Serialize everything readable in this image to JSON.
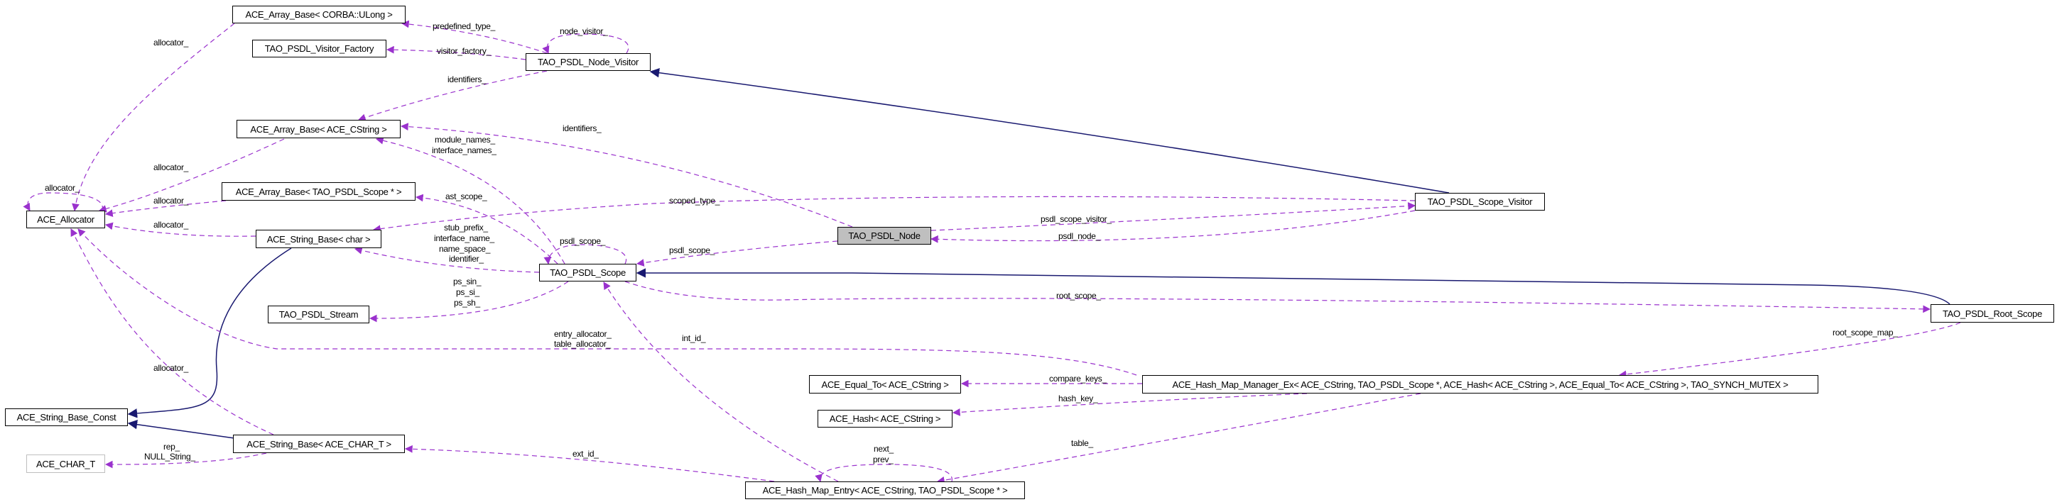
{
  "colors": {
    "usage_edge": "#9a32cd",
    "inherit_edge": "#191970",
    "focus_fill": "#bfbfbf"
  },
  "nodes": {
    "array_ulong": "ACE_Array_Base< CORBA::ULong >",
    "visitor_factory": "TAO_PSDL_Visitor_Factory",
    "node_visitor": "TAO_PSDL_Node_Visitor",
    "array_cstring": "ACE_Array_Base< ACE_CString >",
    "array_scope": "ACE_Array_Base< TAO_PSDL_Scope * >",
    "allocator": "ACE_Allocator",
    "string_base_char": "ACE_String_Base< char >",
    "scope": "TAO_PSDL_Scope",
    "stream": "TAO_PSDL_Stream",
    "string_base_const": "ACE_String_Base_Const",
    "string_base_achar": "ACE_String_Base< ACE_CHAR_T >",
    "ace_char_t": "ACE_CHAR_T",
    "psdl_node": "TAO_PSDL_Node",
    "scope_visitor": "TAO_PSDL_Scope_Visitor",
    "root_scope": "TAO_PSDL_Root_Scope",
    "equal_to": "ACE_Equal_To< ACE_CString >",
    "hash_map_manager": "ACE_Hash_Map_Manager_Ex< ACE_CString, TAO_PSDL_Scope *, ACE_Hash< ACE_CString >, ACE_Equal_To< ACE_CString >, TAO_SYNCH_MUTEX >",
    "hash": "ACE_Hash< ACE_CString >",
    "hash_map_entry": "ACE_Hash_Map_Entry< ACE_CString, TAO_PSDL_Scope * >"
  },
  "edge_labels": {
    "predefined_type": "predefined_type_",
    "visitor_factory": "visitor_factory_",
    "node_visitor": "node_visitor_",
    "identifiers_nv": "identifiers_",
    "identifiers_node": "identifiers_",
    "allocator": "allocator_",
    "entry_allocator": "entry_allocator_",
    "table_allocator": "table_allocator_",
    "module_names": "module_names_",
    "interface_names": "interface_names_",
    "ast_scope": "ast_scope_",
    "scoped_type": "scoped_type_",
    "stub_prefix": "stub_prefix_",
    "interface_name": "interface_name_",
    "name_space": "name_space_",
    "identifier": "identifier_",
    "ps_sin": "ps_sin_",
    "ps_si": "ps_si_",
    "ps_sh": "ps_sh_",
    "psdl_scope": "psdl_scope_",
    "psdl_scope_visitor": "psdl_scope_visitor_",
    "psdl_node": "psdl_node_",
    "root_scope": "root_scope_",
    "root_scope_map": "root_scope_map_",
    "compare_keys": "compare_keys_",
    "hash_key": "hash_key_",
    "table": "table_",
    "next": "next_",
    "prev": "prev_",
    "int_id": "int_id_",
    "ext_id": "ext_id_",
    "rep": "rep_",
    "null_string": "NULL_String_"
  }
}
